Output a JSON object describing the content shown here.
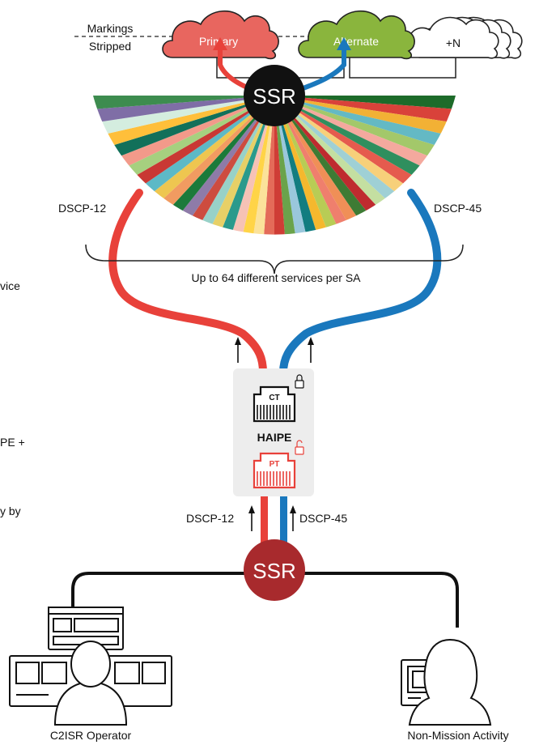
{
  "markings_line1": "Markings",
  "markings_line2": "Stripped",
  "clouds": {
    "primary": {
      "label": "Primary",
      "color": "#e8665f"
    },
    "alternate": {
      "label": "Alternate",
      "color": "#8ab53d"
    },
    "plus_n": {
      "label": "+N",
      "color": "#ffffff"
    }
  },
  "ssr_top_label": "SSR",
  "ssr_bottom_label": "SSR",
  "fan_services_label": "Up to 64 different services per SA",
  "dscp_left_top": "DSCP-12",
  "dscp_right_top": "DSCP-45",
  "dscp_left_bottom": "DSCP-12",
  "dscp_right_bottom": "DSCP-45",
  "haipe": {
    "ct_label": "CT",
    "pt_label": "PT",
    "name": "HAIPE"
  },
  "left_text_fragments": [
    "vice",
    "PE +",
    "y by"
  ],
  "operators": {
    "left": "C2ISR Operator",
    "right": "Non-Mission Activity"
  },
  "colors": {
    "red": "#e8413a",
    "blue": "#1a78bd",
    "dark_red": "#a82a2d",
    "black": "#111111"
  },
  "fan_colors": [
    "#1d6b2a",
    "#d9423a",
    "#f2b135",
    "#64b9c4",
    "#a3c86a",
    "#f4a99e",
    "#2f8f5e",
    "#e55b4e",
    "#f7d07a",
    "#9fd0d5",
    "#c4dfa1",
    "#bf2b2f",
    "#3e7b34",
    "#f08f57",
    "#ef7f6d",
    "#b8cc55",
    "#f5b82e",
    "#127d80",
    "#9ac7dc",
    "#6aa34b",
    "#cf3d36",
    "#e46b59",
    "#fbe29a",
    "#ffd447",
    "#f6c2b6",
    "#2a9a8c",
    "#e7d067",
    "#98d1c8",
    "#cd4c3f",
    "#8e7ba8",
    "#1b7a3a",
    "#f19b61",
    "#eec650",
    "#5db9c6",
    "#c93834",
    "#a6d07f",
    "#f29a8a",
    "#12705a",
    "#ffbf3a",
    "#d4eddf",
    "#7f6ea6",
    "#3d8c4f"
  ]
}
